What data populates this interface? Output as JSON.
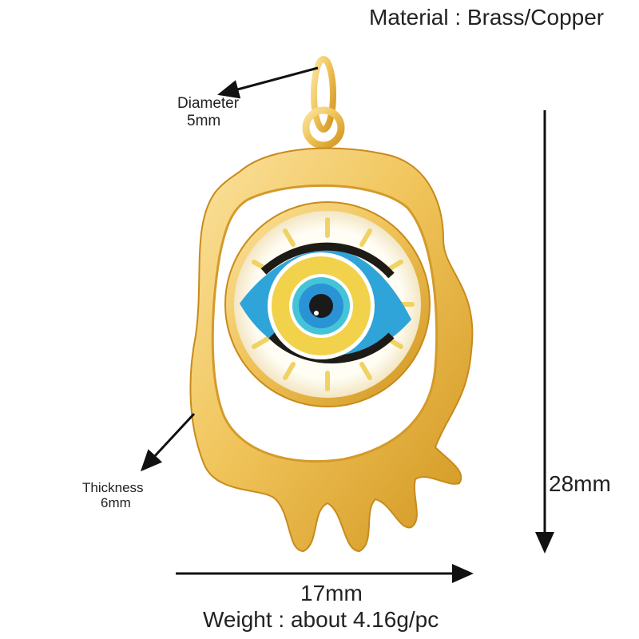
{
  "product": {
    "material_label": "Material : Brass/Copper",
    "diameter": {
      "label": "Diameter",
      "value": "5mm"
    },
    "thickness": {
      "label": "Thickness",
      "value": "6mm"
    },
    "height": "28mm",
    "width": "17mm",
    "weight_label": "Weight : about 4.16g/pc"
  },
  "image": {
    "subject": "gold pendant with evil eye glass cabochon",
    "colors": {
      "gold": "#f0c45a",
      "gold_dark": "#c98a1c",
      "eye_blue": "#2fa4d8",
      "eye_yellow": "#f2d24a",
      "pupil": "#1a1a1a",
      "arrow": "#111111"
    }
  }
}
